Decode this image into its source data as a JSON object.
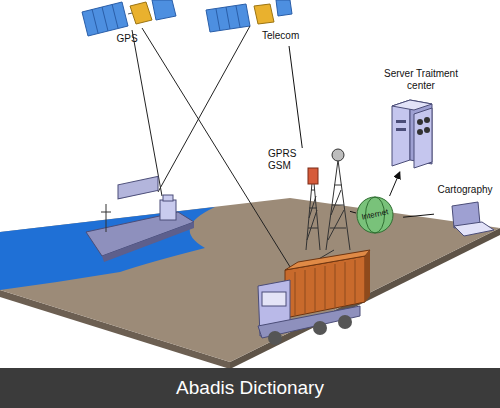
{
  "diagram": {
    "nodes": [
      {
        "text": [
          "GPS"
        ]
      },
      {
        "text": [
          "Telecom"
        ]
      },
      {
        "text": [
          "Server Traitment center"
        ]
      },
      {
        "text": [
          "GPRS GSM"
        ]
      },
      {
        "text": [
          "Internet"
        ]
      },
      {
        "text": [
          "Cartography"
        ]
      }
    ],
    "edges": [
      {
        "from": 1,
        "to": 3,
        "arrow": "none"
      },
      {
        "from": 3,
        "to": 4,
        "arrow": "none"
      },
      {
        "from": 4,
        "to": 2,
        "arrow": "to"
      },
      {
        "from": 4,
        "to": 5,
        "arrow": "none"
      }
    ],
    "labels": [
      "Abadis Dictionary"
    ]
  }
}
